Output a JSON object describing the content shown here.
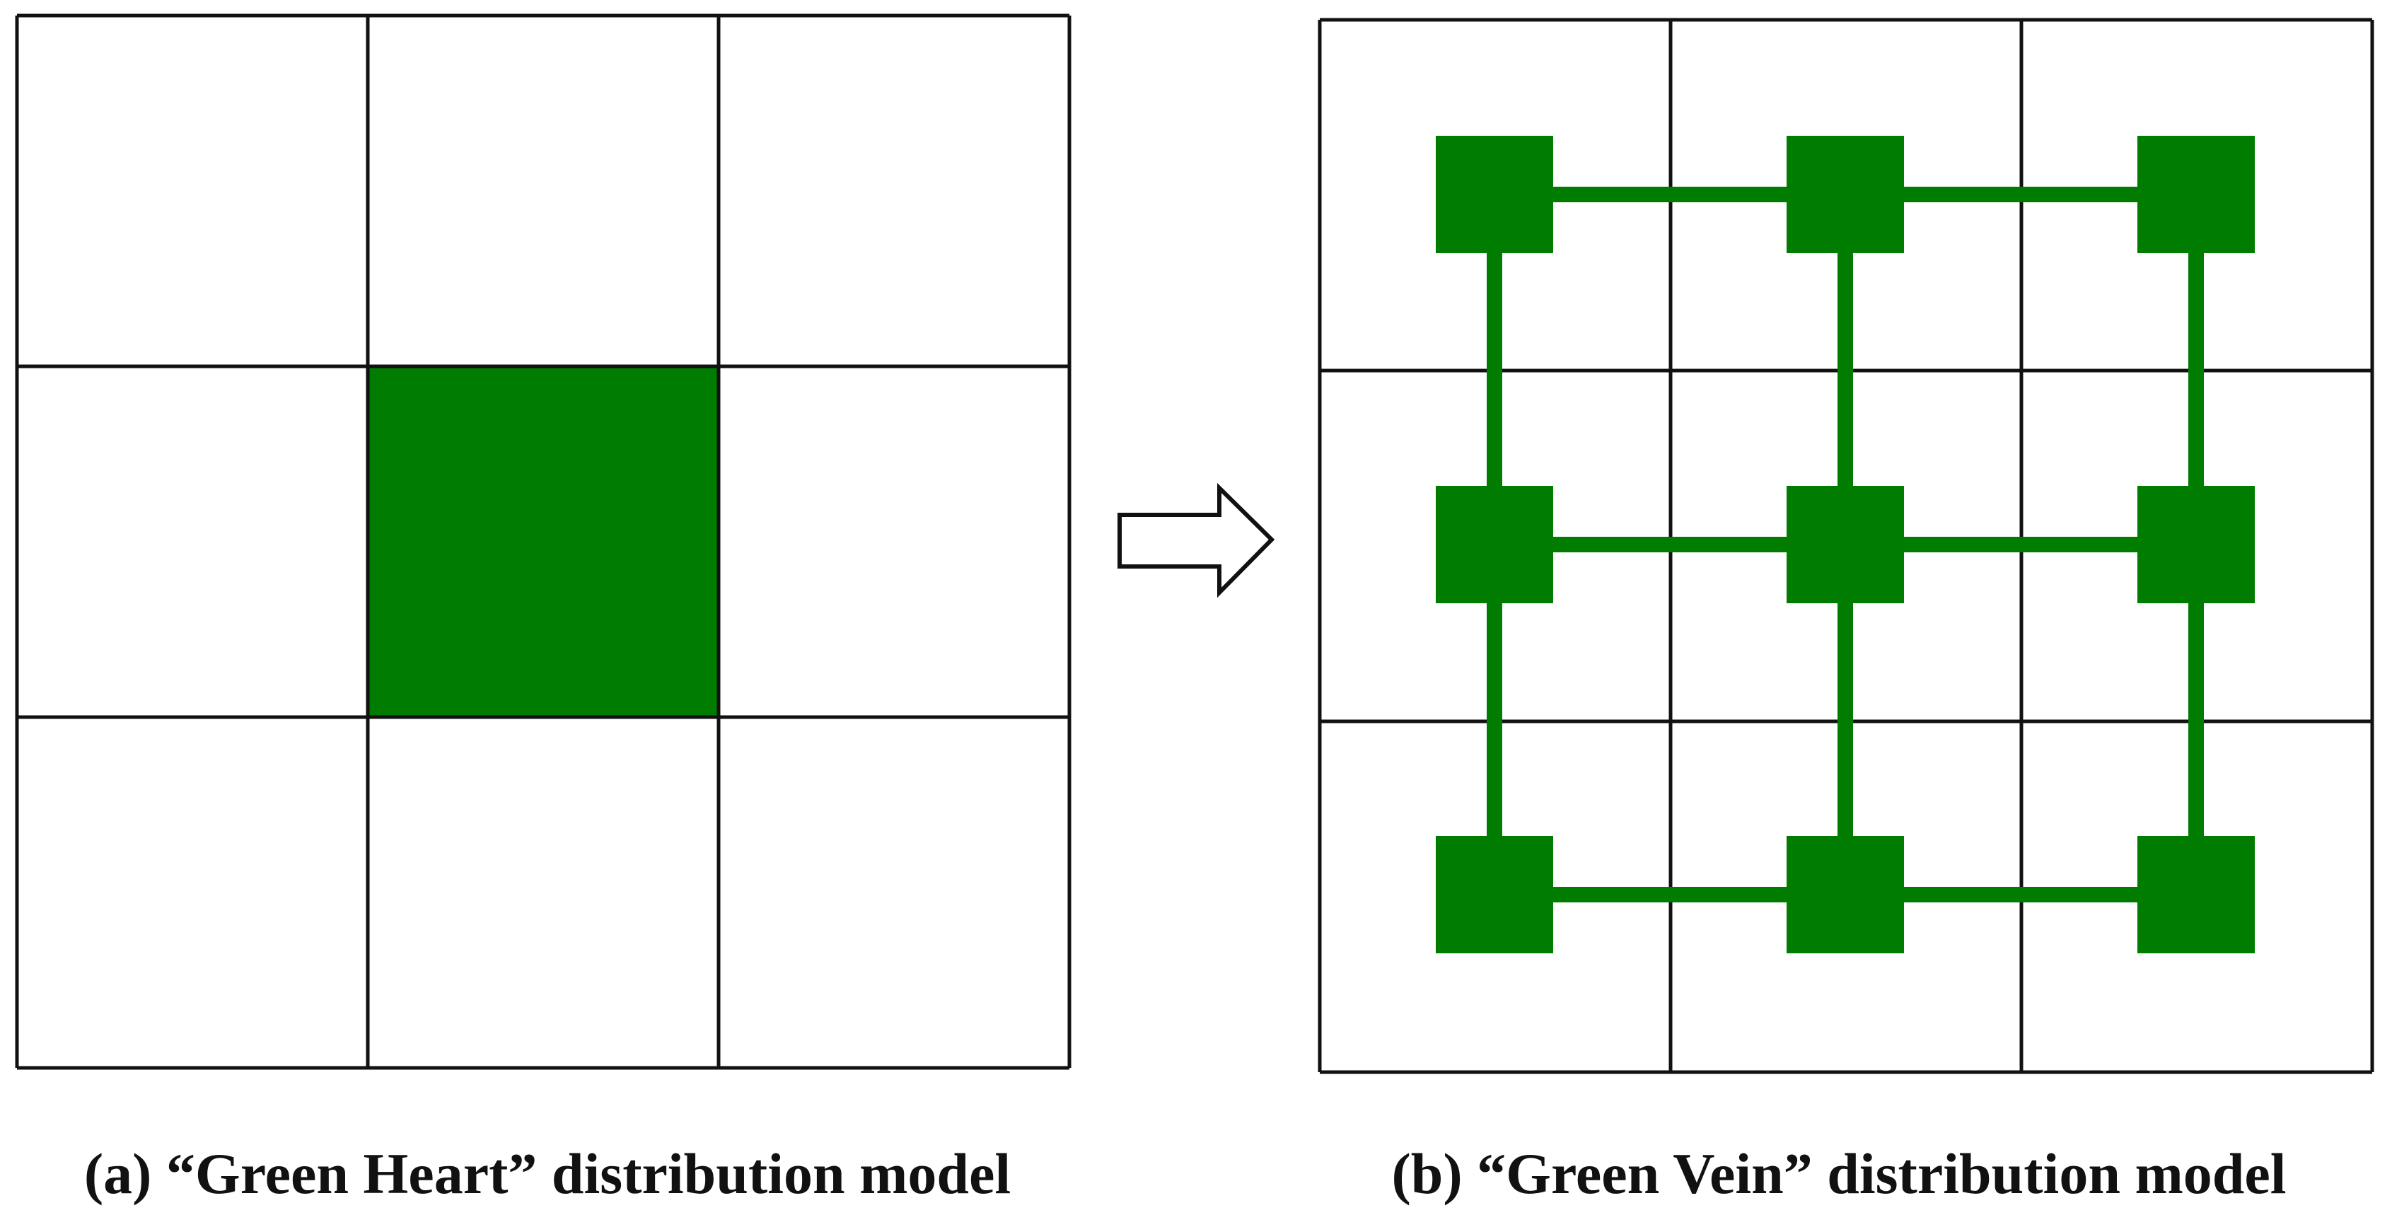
{
  "colors": {
    "green": "#007c00",
    "grid_line": "#111111",
    "background": "#ffffff",
    "arrow_outline": "#111111",
    "arrow_fill": "#ffffff"
  },
  "panel_a": {
    "caption": "(a) “Green Heart” distribution model",
    "grid": {
      "rows": 3,
      "cols": 3
    },
    "green_cells": [
      [
        1,
        1
      ]
    ]
  },
  "arrow": {
    "direction": "right",
    "icon": "hollow-right-arrow-icon"
  },
  "panel_b": {
    "caption": "(b) “Green Vein” distribution model",
    "grid": {
      "rows": 3,
      "cols": 3
    },
    "nodes": [
      [
        0,
        0
      ],
      [
        0,
        1
      ],
      [
        0,
        2
      ],
      [
        1,
        0
      ],
      [
        1,
        1
      ],
      [
        1,
        2
      ],
      [
        2,
        0
      ],
      [
        2,
        1
      ],
      [
        2,
        2
      ]
    ],
    "links": [
      [
        [
          0,
          0
        ],
        [
          0,
          1
        ]
      ],
      [
        [
          0,
          1
        ],
        [
          0,
          2
        ]
      ],
      [
        [
          1,
          0
        ],
        [
          1,
          1
        ]
      ],
      [
        [
          1,
          1
        ],
        [
          1,
          2
        ]
      ],
      [
        [
          2,
          0
        ],
        [
          2,
          1
        ]
      ],
      [
        [
          2,
          1
        ],
        [
          2,
          2
        ]
      ],
      [
        [
          0,
          0
        ],
        [
          1,
          0
        ]
      ],
      [
        [
          1,
          0
        ],
        [
          2,
          0
        ]
      ],
      [
        [
          0,
          1
        ],
        [
          1,
          1
        ]
      ],
      [
        [
          1,
          1
        ],
        [
          2,
          1
        ]
      ],
      [
        [
          0,
          2
        ],
        [
          1,
          2
        ]
      ],
      [
        [
          1,
          2
        ],
        [
          2,
          2
        ]
      ]
    ]
  }
}
